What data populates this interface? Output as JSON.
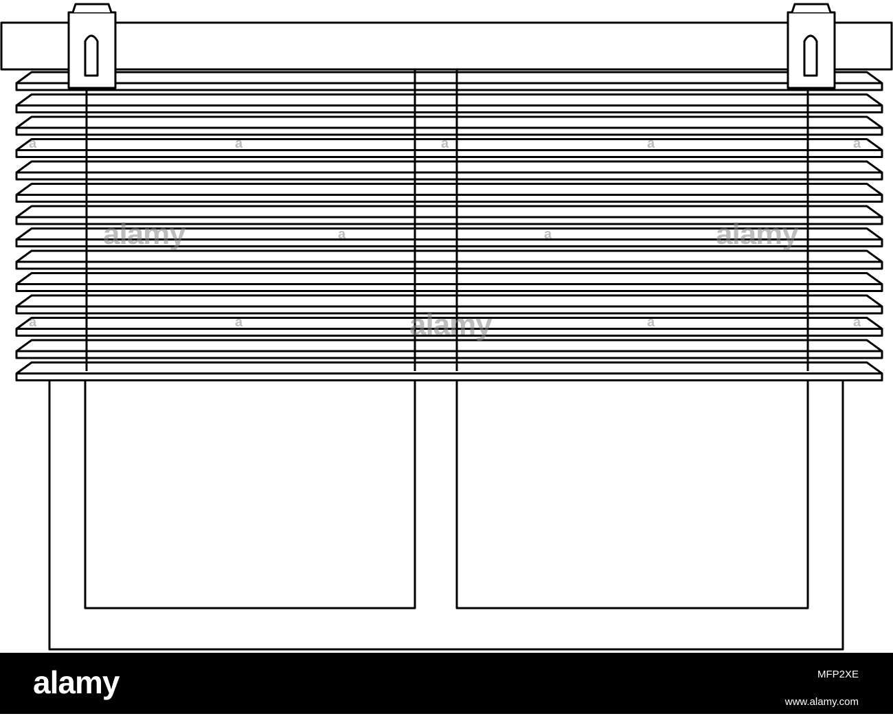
{
  "image": {
    "subject": "window-blinds-outline",
    "stroke_color": "#000000",
    "fill_color": "#ffffff",
    "slat_count": 14
  },
  "watermark": {
    "text_big": "alamy",
    "text_small": "a"
  },
  "footer": {
    "background": "#000000",
    "logo": "alamy",
    "code": "MFP2XE",
    "url": "www.alamy.com"
  }
}
